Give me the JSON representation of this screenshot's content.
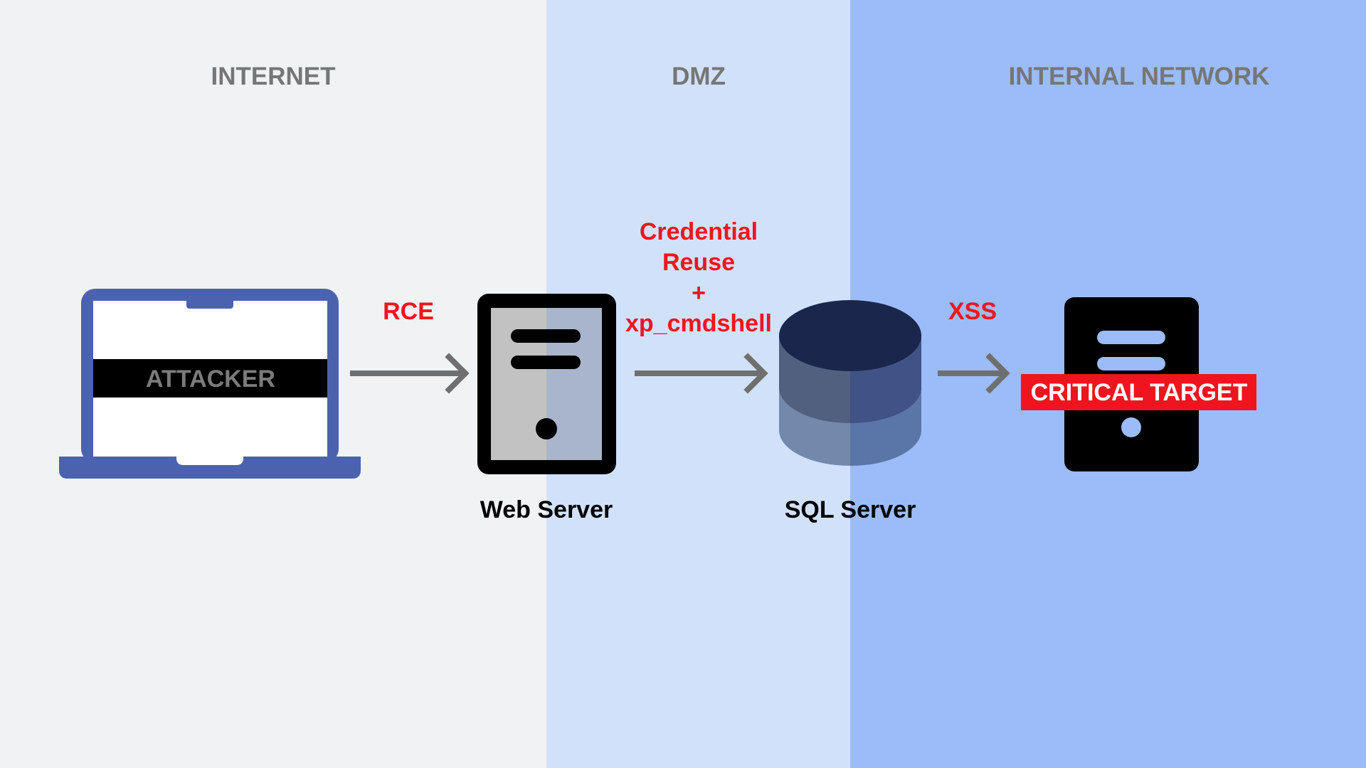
{
  "zones": {
    "internet": "INTERNET",
    "dmz": "DMZ",
    "internal": "INTERNAL NETWORK"
  },
  "nodes": {
    "attacker": "ATTACKER",
    "web_server": "Web Server",
    "sql_server": "SQL Server",
    "critical_target": "CRITICAL TARGET"
  },
  "attacks": {
    "rce": "RCE",
    "credential_line1": "Credential",
    "credential_line2": "Reuse",
    "credential_line3": "+",
    "credential_line4": "xp_cmdshell",
    "xss": "XSS"
  },
  "colors": {
    "internet_zone": "#f1f2f4",
    "dmz_zone": "#d2e1fa",
    "internal_zone": "#9bbcf8",
    "attack_label": "#f0141e",
    "arrow": "#6f6f6f",
    "laptop": "#4b62ae",
    "database_top": "#1b264d"
  }
}
